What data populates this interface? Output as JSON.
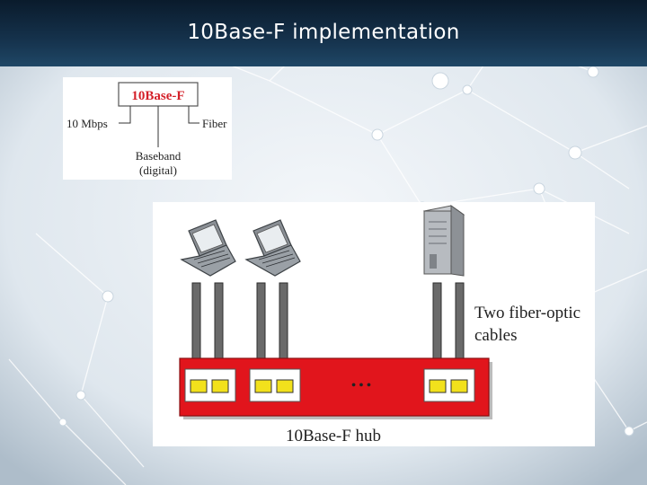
{
  "slide": {
    "title": "10Base-F implementation"
  },
  "naming": {
    "code": "10Base-F",
    "speed": "10 Mbps",
    "medium": "Fiber",
    "signal_line1": "Baseband",
    "signal_line2": "(digital)"
  },
  "diagram": {
    "cable_label_line1": "Two fiber-optic",
    "cable_label_line2": "cables",
    "ellipsis": "• • •",
    "hub_label": "10Base-F hub"
  },
  "colors": {
    "hub_red": "#e1151c",
    "port_yellow": "#f2e11c",
    "code_red": "#d42029",
    "cable_gray": "#6a6a6a"
  }
}
